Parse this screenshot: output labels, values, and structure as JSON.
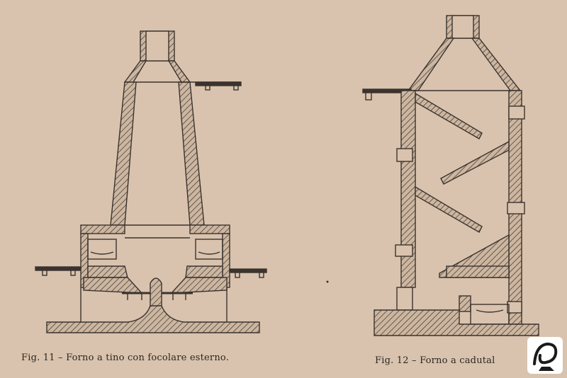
{
  "figures": [
    {
      "id": "fig11",
      "caption": "Fig. 11 – Forno a tino con focolare esterno."
    },
    {
      "id": "fig12",
      "caption": "Fig. 12 – Forno a cadutal"
    }
  ],
  "colors": {
    "paper": "#d9c3ae",
    "ink": "#3a332e",
    "hatch": "#5a4f47"
  }
}
